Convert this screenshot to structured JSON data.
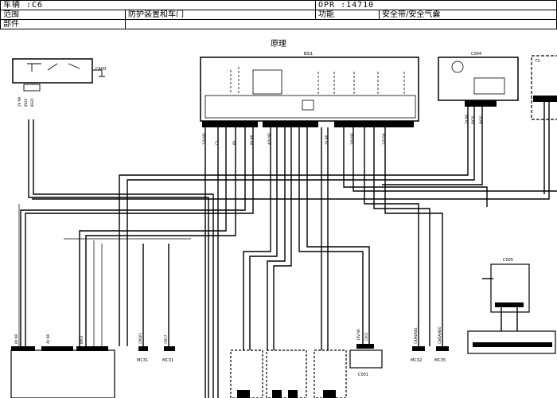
{
  "header": {
    "vehicle": "车辆 :C6",
    "opr": "OPR :14710",
    "scope_label": "范围",
    "scope_value": "防护装置和车门",
    "function_label": "功能",
    "function_value": "安全带/安全气囊",
    "part_label": "部件",
    "part_value": ""
  },
  "section_title": "原理",
  "components": {
    "ca00": "CA00",
    "bsi1": "BSI1",
    "c004": "C004",
    "c001": "C001",
    "c005": "C005",
    "c0_right": "72-",
    "mc31a": "MC31",
    "mc31b": "MC31",
    "mc32": "MC32",
    "mc35": "MC35"
  },
  "wire_labels": {
    "ca00_pins": [
      "2V NR",
      "8V20",
      "8H20"
    ],
    "bsi_pins": [
      "12V NR",
      "C3",
      "8V",
      "8V NR",
      "40V NR",
      "2V NR",
      "16V NR",
      "12V BA"
    ],
    "c004_pins": [
      "2V NR",
      "8V20",
      "8H20"
    ],
    "left_bottom_pins": [
      "8V NR",
      "4V NR",
      "8V02"
    ],
    "c001_pins": [
      "16V NR",
      "C001"
    ],
    "mc_codes": [
      "CMSP3",
      "CM17",
      "CRAN/NB1",
      "CWSA/NE0"
    ]
  },
  "colors": {
    "line": "#000000",
    "box_fill": "#ffffff",
    "accent": "#000000"
  }
}
